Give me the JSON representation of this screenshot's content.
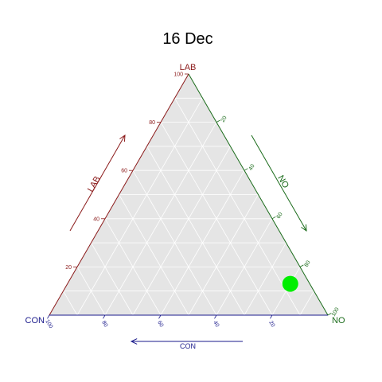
{
  "chart_data": {
    "type": "ternary-scatter",
    "title": "16 Dec",
    "axes": {
      "top": {
        "name": "LAB",
        "color": "#8B1A1A"
      },
      "right": {
        "name": "NO",
        "color": "#1A6B1A"
      },
      "left": {
        "name": "CON",
        "color": "#1A1A8B"
      }
    },
    "ticks": [
      20,
      40,
      60,
      80,
      100
    ],
    "ticks_con": [
      100,
      80,
      60,
      40,
      20
    ],
    "range": [
      0,
      100
    ],
    "grid": true,
    "points": [
      {
        "LAB": 13,
        "NO": 80,
        "CON": 7,
        "color": "#00ee00"
      }
    ],
    "background": "#e5e5e5"
  }
}
